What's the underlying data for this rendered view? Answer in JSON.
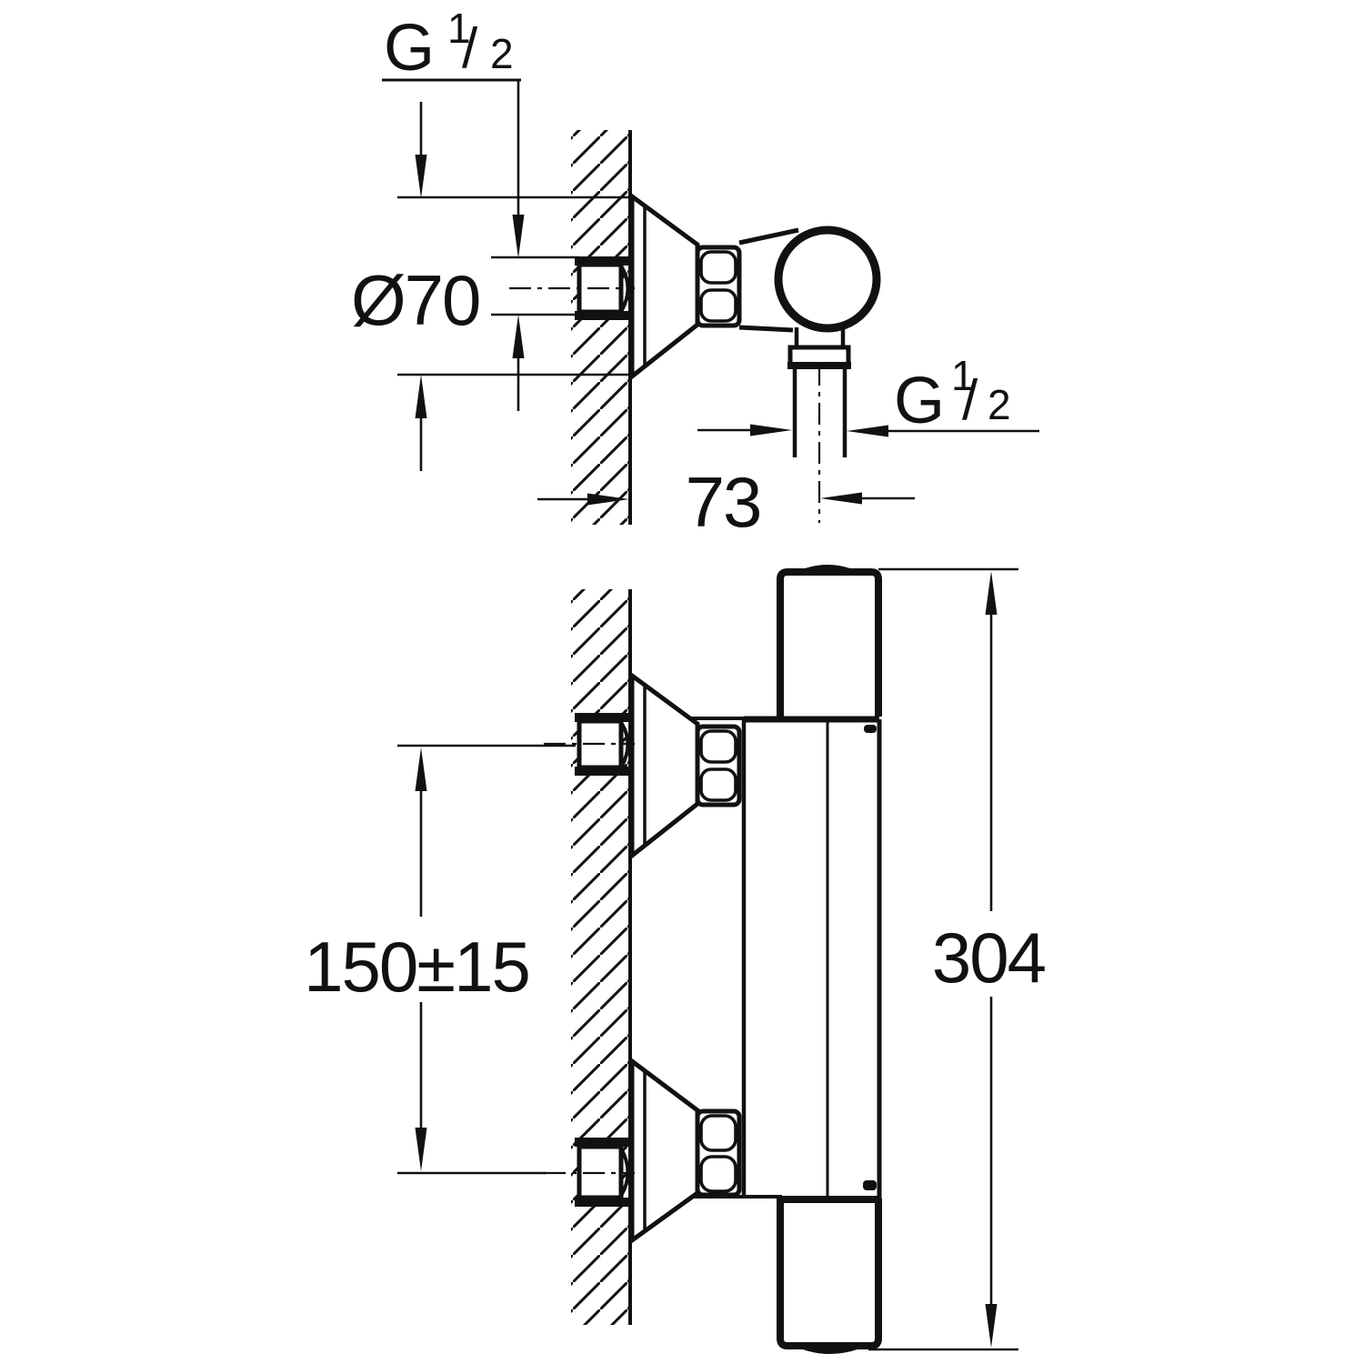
{
  "drawing": {
    "background": "#ffffff",
    "line_color": "#111111",
    "labels": {
      "inlet_thread": {
        "letter": "G",
        "numerator": "1",
        "slash": "/",
        "denominator": "2"
      },
      "escutcheon_diameter": "Ø70",
      "wall_to_outlet": "73",
      "outlet_thread": {
        "letter": "G",
        "numerator": "1",
        "slash": "/",
        "denominator": "2"
      },
      "inlet_spacing": "150±15",
      "overall_height": "304"
    }
  }
}
